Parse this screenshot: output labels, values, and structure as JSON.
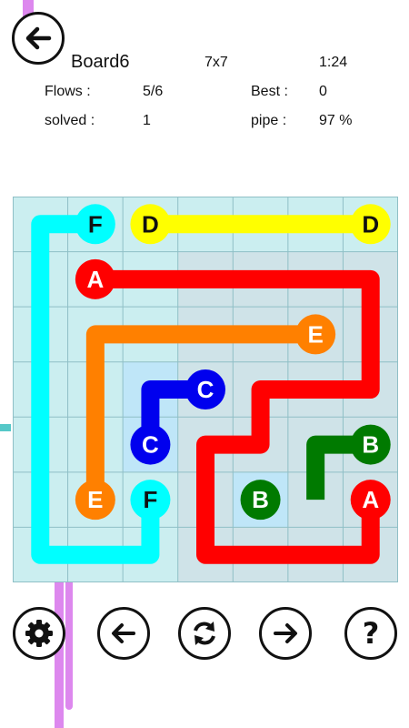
{
  "header": {
    "board_name": "Board6",
    "size": "7x7",
    "time": "1:24",
    "flows_label": "Flows :",
    "flows_value": "5/6",
    "best_label": "Best :",
    "best_value": "0",
    "solved_label": "solved :",
    "solved_value": "1",
    "pipe_label": "pipe :",
    "pipe_value": "97 %"
  },
  "board": {
    "rows": 7,
    "cols": 7,
    "colors": {
      "A": "#ff0000",
      "B": "#007a00",
      "C": "#0000ee",
      "D": "#ffff00",
      "E": "#ff8000",
      "F": "#00ffff"
    },
    "endpoints": [
      {
        "label": "F",
        "row": 0,
        "col": 1
      },
      {
        "label": "D",
        "row": 0,
        "col": 2
      },
      {
        "label": "D",
        "row": 0,
        "col": 6
      },
      {
        "label": "A",
        "row": 1,
        "col": 1
      },
      {
        "label": "E",
        "row": 2,
        "col": 5
      },
      {
        "label": "C",
        "row": 3,
        "col": 3
      },
      {
        "label": "C",
        "row": 4,
        "col": 2
      },
      {
        "label": "B",
        "row": 4,
        "col": 6
      },
      {
        "label": "E",
        "row": 5,
        "col": 1
      },
      {
        "label": "F",
        "row": 5,
        "col": 2
      },
      {
        "label": "B",
        "row": 5,
        "col": 4
      },
      {
        "label": "A",
        "row": 5,
        "col": 6
      }
    ],
    "paths": [
      {
        "color": "F",
        "cells": [
          [
            0,
            1
          ],
          [
            0,
            0
          ],
          [
            1,
            0
          ],
          [
            2,
            0
          ],
          [
            3,
            0
          ],
          [
            4,
            0
          ],
          [
            5,
            0
          ],
          [
            6,
            0
          ],
          [
            6,
            1
          ],
          [
            6,
            2
          ],
          [
            5,
            2
          ]
        ]
      },
      {
        "color": "D",
        "cells": [
          [
            0,
            2
          ],
          [
            0,
            3
          ],
          [
            0,
            4
          ],
          [
            0,
            5
          ],
          [
            0,
            6
          ]
        ]
      },
      {
        "color": "A",
        "cells": [
          [
            1,
            1
          ],
          [
            1,
            2
          ],
          [
            1,
            3
          ],
          [
            1,
            4
          ],
          [
            1,
            5
          ],
          [
            1,
            6
          ],
          [
            2,
            6
          ],
          [
            3,
            6
          ],
          [
            3,
            5
          ],
          [
            3,
            4
          ],
          [
            4,
            4
          ],
          [
            4,
            3
          ],
          [
            5,
            3
          ],
          [
            6,
            3
          ],
          [
            6,
            4
          ],
          [
            6,
            5
          ],
          [
            6,
            6
          ],
          [
            5,
            6
          ]
        ]
      },
      {
        "color": "E",
        "cells": [
          [
            2,
            5
          ],
          [
            2,
            4
          ],
          [
            2,
            3
          ],
          [
            2,
            2
          ],
          [
            2,
            1
          ],
          [
            3,
            1
          ],
          [
            4,
            1
          ],
          [
            5,
            1
          ]
        ]
      },
      {
        "color": "C",
        "cells": [
          [
            3,
            3
          ],
          [
            3,
            2
          ],
          [
            4,
            2
          ]
        ]
      },
      {
        "color": "B",
        "cells": [
          [
            4,
            6
          ],
          [
            4,
            5
          ],
          [
            5,
            5
          ]
        ]
      }
    ],
    "highlight_cells": [
      [
        3,
        2
      ],
      [
        4,
        2
      ],
      [
        5,
        4
      ]
    ]
  },
  "toolbar": {
    "settings_icon": "gear-icon",
    "previous_icon": "arrow-left-icon",
    "reset_icon": "refresh-icon",
    "next_icon": "arrow-right-icon",
    "help_icon": "question-icon",
    "help_glyph": "?"
  },
  "back_icon": "arrow-left-icon"
}
